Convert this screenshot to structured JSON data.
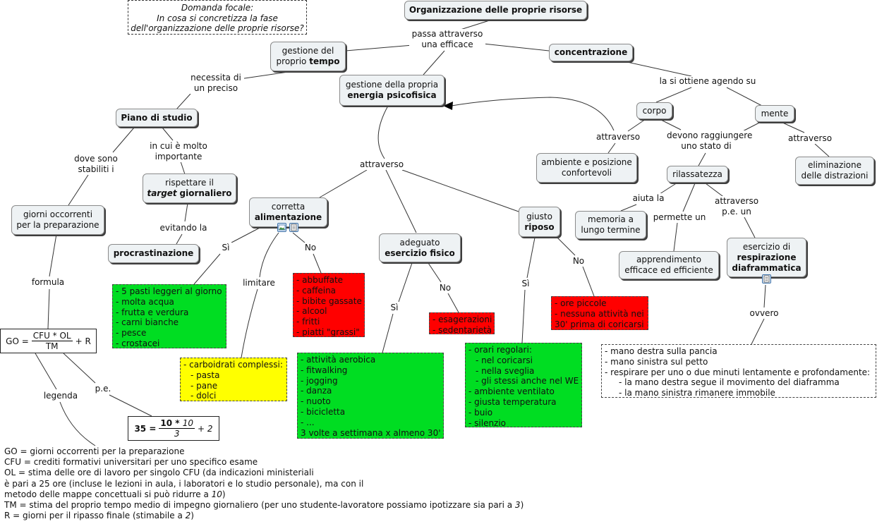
{
  "focal_question": {
    "line1": "Domanda focale:",
    "line2": "In cosa si concretizza la fase",
    "line3": "dell'organizzazione delle proprie risorse?"
  },
  "nodes": {
    "root": "Organizzazione delle proprie risorse",
    "tempo_a": "gestione del",
    "tempo_b": "proprio",
    "tempo_c": "tempo",
    "energia_a": "gestione della propria",
    "energia_b": "energia psicofisica",
    "concentrazione": "concentrazione",
    "piano": "Piano di studio",
    "target_a": "rispettare il",
    "target_b": "target",
    "target_c": "giornaliero",
    "procrastinazione": "procrastinazione",
    "giorni_a": "giorni occorrenti",
    "giorni_b": "per la preparazione",
    "alim_a": "corretta",
    "alim_b": "alimentazione",
    "esercizio_a": "adeguato",
    "esercizio_b": "esercizio fisico",
    "riposo_a": "giusto",
    "riposo_b": "riposo",
    "corpo": "corpo",
    "mente": "mente",
    "ambiente_a": "ambiente e posizione",
    "ambiente_b": "confortevoli",
    "eliminazione_a": "eliminazione",
    "eliminazione_b": "delle distrazioni",
    "rilassatezza": "rilassatezza",
    "memoria_a": "memoria a",
    "memoria_b": "lungo termine",
    "apprendimento_a": "apprendimento",
    "apprendimento_b": "efficace ed efficiente",
    "respirazione_a": "esercizio di",
    "respirazione_b": "respirazione",
    "respirazione_c": "diaframmatica"
  },
  "link_labels": {
    "passa_a": "passa attraverso",
    "passa_b": "una efficace",
    "necessita_a": "necessita di",
    "necessita_b": "un preciso",
    "ottiene": "la si ottiene agendo su",
    "dove_a": "dove sono",
    "dove_b": "stabiliti i",
    "incui_a": "in cui è molto",
    "incui_b": "importante",
    "evitando": "evitando la",
    "attraverso_center": "attraverso",
    "attraverso_corpo": "attraverso",
    "devono_a": "devono raggiungere",
    "devono_b": "uno stato di",
    "attraverso_mente": "attraverso",
    "aiuta": "aiuta la",
    "permette": "permette un",
    "attraverso_pe_a": "attraverso",
    "attraverso_pe_b": "p.e. un",
    "formula": "formula",
    "si_alim": "Sì",
    "no_alim": "No",
    "limitare": "limitare",
    "si_eserc": "Sì",
    "no_eserc": "No",
    "si_riposo": "Sì",
    "no_riposo": "No",
    "ovvero": "ovvero",
    "legenda": "legenda",
    "pe": "p.e."
  },
  "boxes": {
    "alim_si": [
      "- 5 pasti leggeri al giorno",
      "- molta acqua",
      "- frutta e verdura",
      "- carni bianche",
      "- pesce",
      "- crostacei"
    ],
    "alim_no": [
      "- abbuffate",
      "- caffeina",
      "- bibite gassate",
      "- alcool",
      "- fritti",
      "- piatti \"grassi\""
    ],
    "carbo_title": "- carboidrati complessi:",
    "carbo_items": [
      "- pasta",
      "- pane",
      "- dolci"
    ],
    "esercizio_si": [
      "- attività aerobica",
      "- fitwalking",
      "- jogging",
      "- danza",
      "- nuoto",
      "- bicicletta",
      "- ...",
      "3 volte a settimana x almeno 30'"
    ],
    "esercizio_no": [
      "- esagerazioni",
      "- sedentarietà"
    ],
    "riposo_no": [
      "- ore piccole",
      "- nessuna attività nei",
      "30' prima di coricarsi"
    ],
    "riposo_si_title": "- orari regolari:",
    "riposo_si_sub": [
      "- nel coricarsi",
      "- nella sveglia",
      "- gli stessi anche nel WE"
    ],
    "riposo_si_rest": [
      "- ambiente ventilato",
      "- giusta temperatura",
      "- buio",
      "- silenzio"
    ],
    "resp_main": [
      "- mano destra sulla pancia",
      "- mano sinistra sul petto",
      "- respirare per uno o due minuti lentamente e profondamente:"
    ],
    "resp_sub": [
      "- la mano destra segue il movimento del diaframma",
      "- la mano sinistra rimanere immobile"
    ]
  },
  "formula": {
    "lhs": "GO =",
    "num": "CFU * OL",
    "den": "TM",
    "rhs": "+ R"
  },
  "example": {
    "lhs": "35 =",
    "num_a": "10",
    "num_op": " * ",
    "num_b": "10",
    "den": "3",
    "rhs_op": "+",
    "rhs_val": "2"
  },
  "legend": {
    "l1": "GO = giorni occorrenti per la preparazione",
    "l2": "CFU = crediti formativi universitari per uno specifico esame",
    "l3": "OL = stima delle ore di lavoro per singolo CFU (da indicazioni ministeriali",
    "l4": "è pari a 25 ore (incluse le lezioni in aula, i laboratori e lo studio personale), ma con il",
    "l5a": "metodo delle mappe concettuali si può ridurre a ",
    "l5b": "10",
    "l5c": ")",
    "l6a": "TM = stima del proprio tempo medio di impegno giornaliero (per uno studente-lavoratore possiamo ipotizzare sia pari a ",
    "l6b": "3",
    "l6c": ")",
    "l7a": "R = giorni per il ripasso finale (stimabile a ",
    "l7b": "2",
    "l7c": ")"
  },
  "icons": [
    "image-icon",
    "note-icon"
  ]
}
